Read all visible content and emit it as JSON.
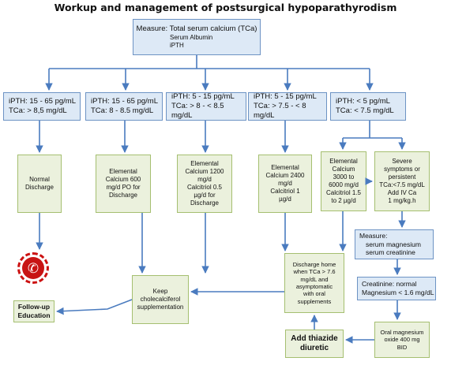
{
  "title": "Workup and management of postsurgical hypoparathyrodism",
  "measure_top": {
    "line1": "Measure: Total serum calcium (TCa)",
    "line2": "Serum Albumin",
    "line3": "iPTH"
  },
  "branches": [
    {
      "line1": "iPTH: 15 - 65 pg/mL",
      "line2": "TCa: > 8,5 mg/dL"
    },
    {
      "line1": "iPTH: 15 - 65 pg/mL",
      "line2": "TCa: 8 - 8.5 mg/dL"
    },
    {
      "line1": "iPTH: 5 - 15 pg/mL",
      "line2": "TCa: > 8 - < 8.5 mg/dL"
    },
    {
      "line1": "iPTH: 5 - 15 pg/mL",
      "line2": "TCa: > 7.5 - < 8 mg/dL"
    },
    {
      "line1": "iPTH: < 5 pg/mL",
      "line2": "TCa: < 7.5 mg/dL"
    }
  ],
  "treatments": {
    "normal": [
      "Normal",
      "Discharge"
    ],
    "ca600": [
      "Elemental",
      "Calcium 600",
      "mg/d PO for",
      "Discharge"
    ],
    "ca1200": [
      "Elemental",
      "Calcium 1200",
      "mg/d",
      "Calcitriol 0.5",
      "µg/d for",
      "Discharge"
    ],
    "ca2400": [
      "Elemental",
      "Calcium 2400",
      "mg/d",
      "Calcitriol 1",
      "µg/d"
    ],
    "ca3000": [
      "Elemental",
      "Calcium",
      "3000 to",
      "6000 mg/d",
      "Calcitriol 1.5",
      "to 2 µg/d"
    ],
    "severe": [
      "Severe",
      "symptoms or",
      "persistent",
      "TCa:<7.5 mg/dL",
      "Add IV Ca",
      "1 mg/kg.h"
    ]
  },
  "measure_mg": {
    "line1": "Measure:",
    "line2": "serum magnesium",
    "line3": "serum creatinine"
  },
  "creatinine": {
    "line1": "Creatinine: normal",
    "line2": "Magnesium < 1.6 mg/dL"
  },
  "oral_mg": [
    "Oral magnesium",
    "oxide 400 mg",
    "BID"
  ],
  "discharge_home": [
    "Discharge home",
    "when TCa > 7.6",
    "mg/dL and",
    "asymptomatic",
    "with oral",
    "supplements"
  ],
  "keep": [
    "Keep",
    "cholecalciferol",
    "supplementation"
  ],
  "followup": [
    "Follow-up",
    "Education"
  ],
  "thiazide": [
    "Add thiazide",
    "diuretic"
  ],
  "colors": {
    "blue_fill": "#dde9f6",
    "blue_border": "#6d93c4",
    "green_fill": "#ebf1dd",
    "green_border": "#a5bf70",
    "arrow": "#4a7bbf",
    "phone": "#c81414"
  },
  "icons": {
    "phone": "telephone-icon"
  }
}
